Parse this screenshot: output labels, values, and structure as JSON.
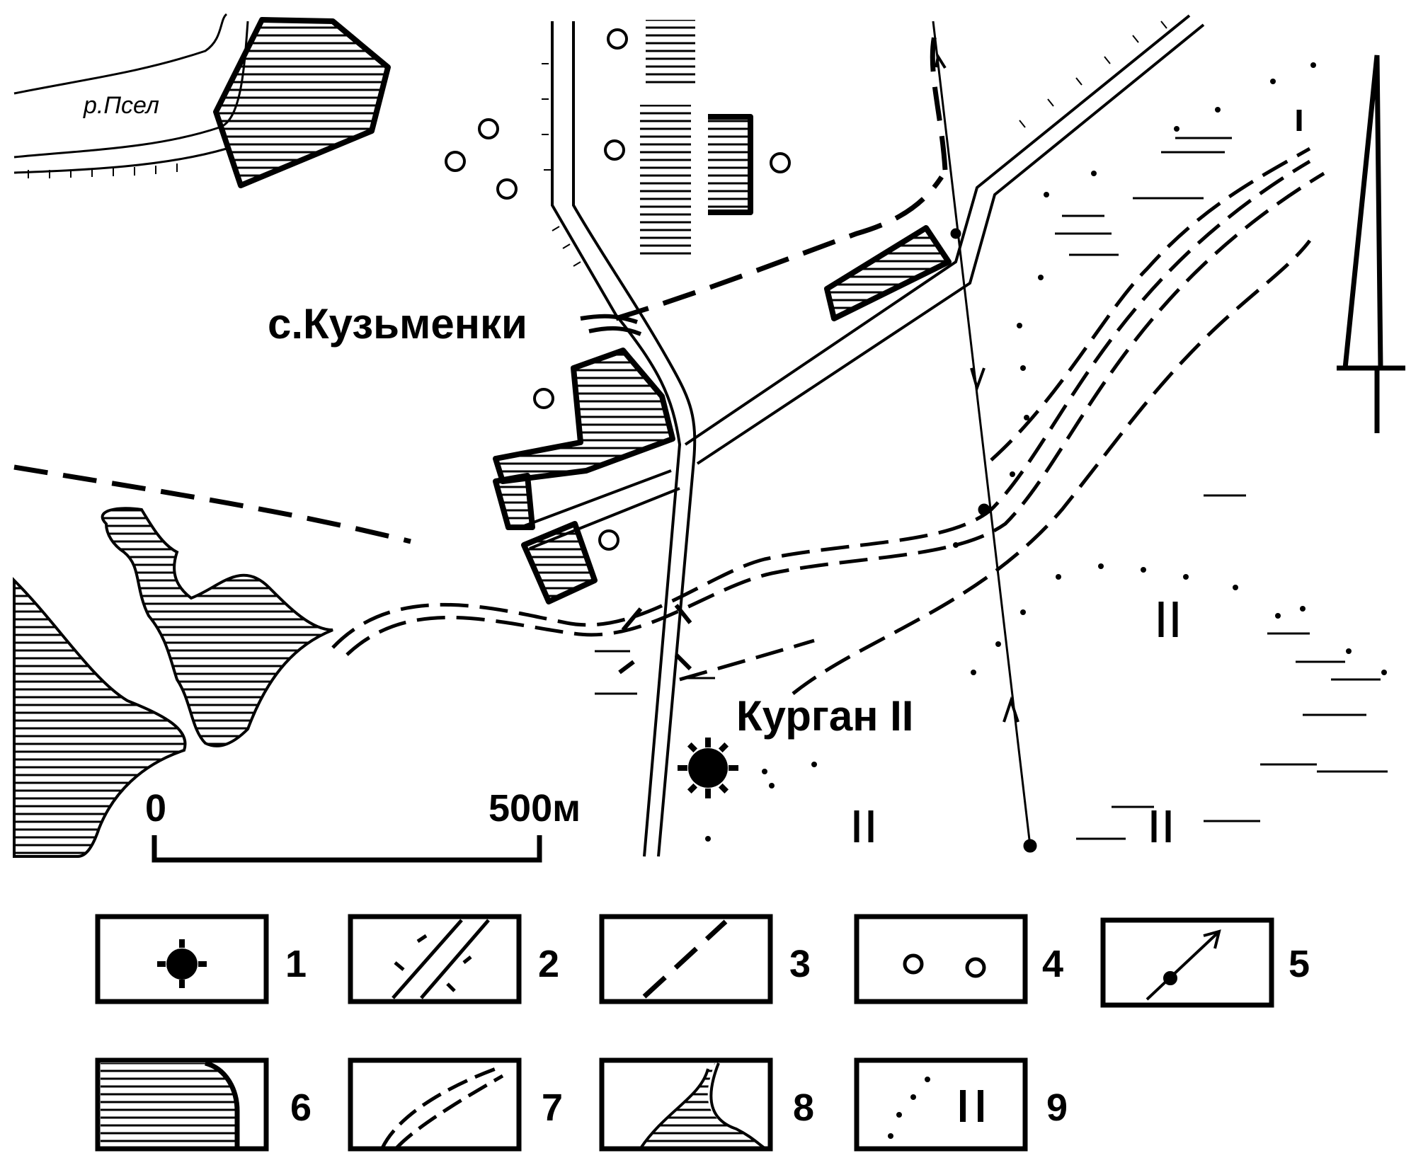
{
  "map": {
    "river_label": "р.Псел",
    "village_label": "с.Кузьменки",
    "kurgan_label": "Курган II",
    "scale": {
      "start_label": "0",
      "end_label": "500м"
    }
  },
  "legend": {
    "items": [
      {
        "number": "1",
        "icon": "kurgan-icon"
      },
      {
        "number": "2",
        "icon": "road-icon"
      },
      {
        "number": "3",
        "icon": "dirt-road-icon"
      },
      {
        "number": "4",
        "icon": "pit-icon"
      },
      {
        "number": "5",
        "icon": "route-arrow-icon"
      },
      {
        "number": "6",
        "icon": "settlement-icon"
      },
      {
        "number": "7",
        "icon": "ravine-icon"
      },
      {
        "number": "8",
        "icon": "marsh-icon"
      },
      {
        "number": "9",
        "icon": "meadow-icon"
      }
    ]
  },
  "colors": {
    "ink": "#000000",
    "paper": "#ffffff"
  }
}
